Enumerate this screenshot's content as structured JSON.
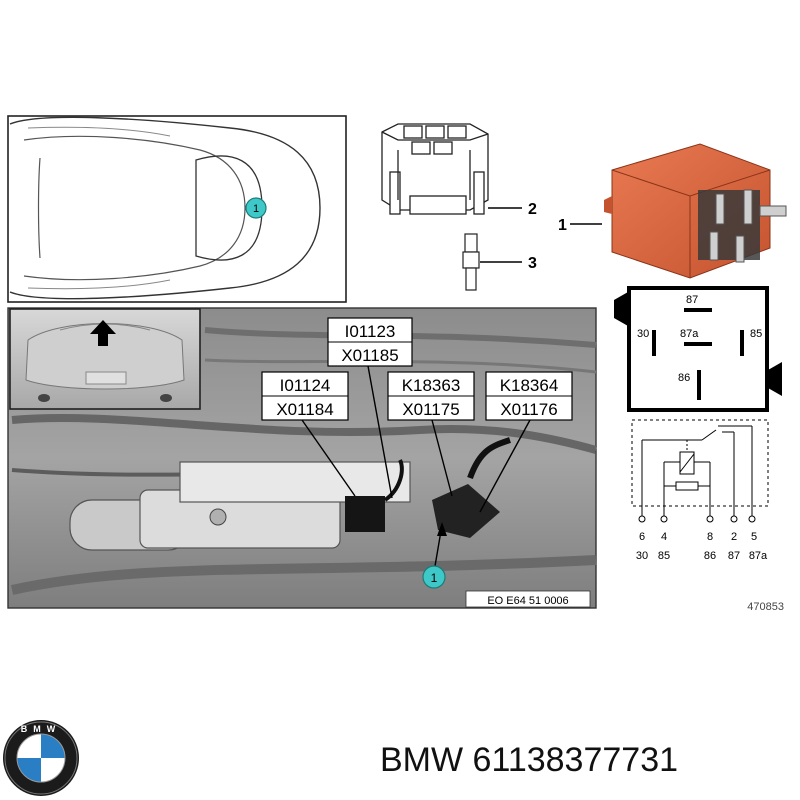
{
  "diagram": {
    "callouts": {
      "plan_badge": "1",
      "photo_badge": "1",
      "relay_label": "1",
      "socket_label": "2",
      "terminal_label": "3"
    },
    "photo_labels": [
      {
        "top": "I01123",
        "bottom": "X01185"
      },
      {
        "top": "I01124",
        "bottom": "X01184"
      },
      {
        "top": "K18363",
        "bottom": "X01175"
      },
      {
        "top": "K18364",
        "bottom": "X01176"
      }
    ],
    "photo_caption": "EO E64 51 0006",
    "pin_layout": {
      "p87": "87",
      "p30": "30",
      "p87a": "87a",
      "p85": "85",
      "p86": "86"
    },
    "schematic": {
      "pin_numbers": [
        "6",
        "4",
        "8",
        "2",
        "5"
      ],
      "pin_terminals": [
        "30",
        "85",
        "86",
        "87",
        "87a"
      ]
    },
    "reference_number": "470853"
  },
  "brand": {
    "logo_letters": "BMW",
    "text": "BMW 61138377731"
  },
  "colors": {
    "badge_fill": "#3fc8c8",
    "relay_body": "#d9613d",
    "photo_bg": "#9a9a9a"
  }
}
